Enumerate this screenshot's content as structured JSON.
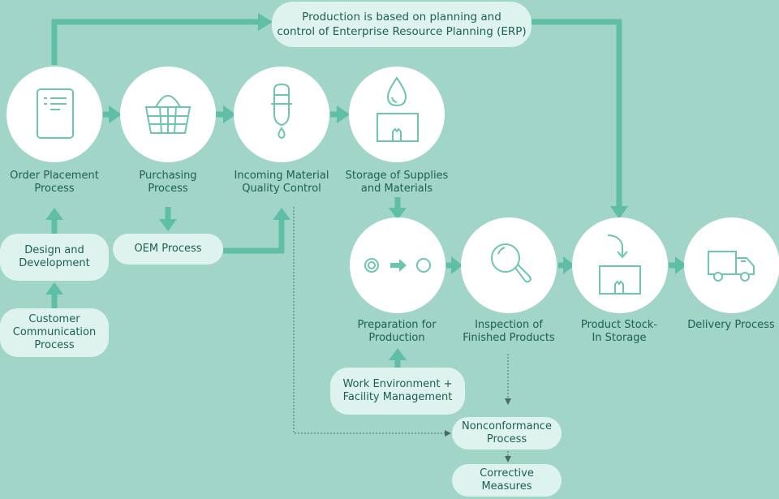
{
  "colors": {
    "background": "#a0d5c8",
    "arrow": "#5fbfa6",
    "icon": "#6cc6ae",
    "dotted_arrow": "#4a6b5e",
    "pill_fill": "#dff3ee",
    "text": "#1c5f55"
  },
  "erp_banner": "Production is based on planning and\ncontrol of Enterprise Resource Planning (ERP)",
  "process_steps": [
    {
      "label": "Order Placement\nProcess",
      "icon": "document-list-icon"
    },
    {
      "label": "Purchasing\nProcess",
      "icon": "shopping-basket-icon"
    },
    {
      "label": "Incoming Material\nQuality Control",
      "icon": "test-tube-drop-icon"
    },
    {
      "label": "Storage of Supplies\nand Materials",
      "icon": "droplet-box-icon"
    },
    {
      "label": "Preparation for\nProduction",
      "icon": "circles-arrow-icon"
    },
    {
      "label": "Inspection of\nFinished Products",
      "icon": "magnifier-icon"
    },
    {
      "label": "Product Stock-\nIn Storage",
      "icon": "box-down-arrow-icon"
    },
    {
      "label": "Delivery Process",
      "icon": "delivery-truck-icon"
    }
  ],
  "support_boxes": {
    "design": "Design and\nDevelopment",
    "customer": "Customer\nCommunication\nProcess",
    "oem": "OEM Process",
    "work_env": "Work Environment +\nFacility Management",
    "nonconformance": "Nonconformance\nProcess",
    "corrective": "Corrective\nMeasures"
  }
}
